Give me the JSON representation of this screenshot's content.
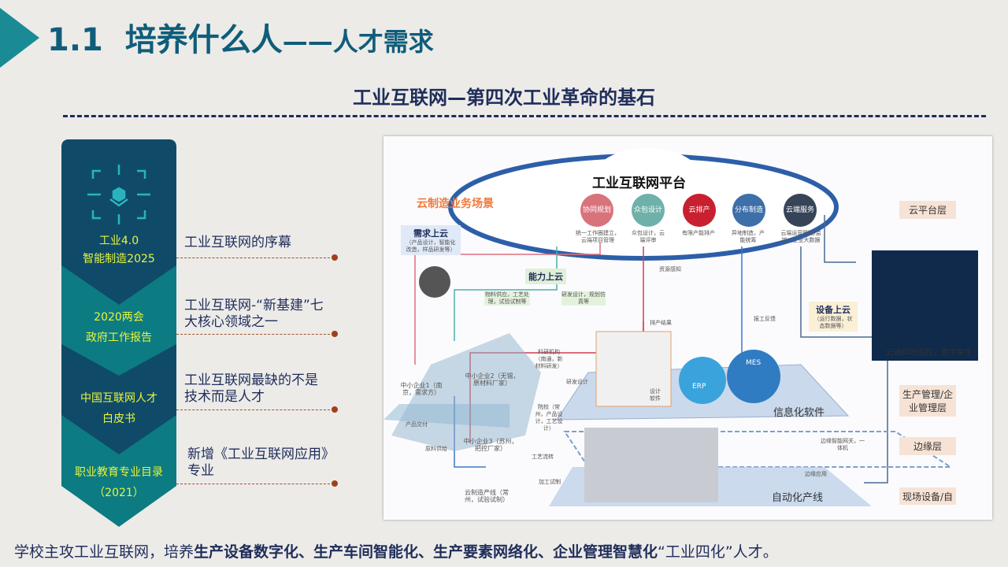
{
  "header": {
    "number": "1.1",
    "title": "培养什么人",
    "title_sub": "——人才需求"
  },
  "subtitle": "工业互联网—第四次工业革命的基石",
  "timeline": [
    {
      "left": [
        "工业4.0",
        "智能制造2025"
      ],
      "right": "工业互联网的序幕"
    },
    {
      "left": [
        "2020两会",
        "政府工作报告"
      ],
      "right": "工业互联网-“新基建”七大核心领域之一"
    },
    {
      "left": [
        "中国互联网人才",
        "白皮书"
      ],
      "right": "工业互联网最缺的不是技术而是人才"
    },
    {
      "left": [
        "职业教育专业目录",
        "（2021）"
      ],
      "right": "新增《工业互联网应用》专业"
    }
  ],
  "diagram": {
    "platform": "工业互联网平台",
    "scene": "云制造业务场景",
    "circles": [
      {
        "label": "协同规划",
        "desc": "统一工作圈建立，云端项目管理",
        "color": "#d9737b"
      },
      {
        "label": "众包设计",
        "desc": "众包设计，云端评审",
        "color": "#6fb1aa"
      },
      {
        "label": "云排产",
        "desc": "有限产能排产",
        "color": "#c8202f"
      },
      {
        "label": "分布制造",
        "desc": "异地制造，产能统筹",
        "color": "#3d6fa8"
      },
      {
        "label": "云端服务",
        "desc": "云端运营管理/监控，工业大数据",
        "color": "#374357"
      }
    ],
    "demand": {
      "title": "需求上云",
      "desc": "（产品设计，智能化改造，样品研发等）"
    },
    "ability": "能力上云",
    "ability_notes": [
      "物料供应，工艺处理，试验试制等",
      "研发设计，规划仿真等"
    ],
    "device": {
      "title": "设备上云",
      "desc": "（运行数据，状态数据等）"
    },
    "flows": [
      "资源感知",
      "排产结果",
      "报工反馈",
      "研发设计",
      "产品交付",
      "原料供给",
      "工艺流转",
      "加工试制",
      "边缘应用"
    ],
    "nodes": [
      "中小企业1（南京，需求方）",
      "中小企业2（无锡，原材料厂家）",
      "中小企业3（苏州，把控厂家）",
      "科研机构（南通，新材料研发）",
      "院校（常州，产品设计，工艺设计）",
      "云制造产线（常州，试验试制）",
      "设计软件",
      "ERP",
      "MES",
      "边缘智能网关，一体机"
    ],
    "planes": [
      "信息化软件",
      "自动化产线"
    ],
    "monitor": "云端异地监控，数字孪生",
    "layers": [
      "云平台层",
      "生产管理/企业管理层",
      "边缘层",
      "现场设备/自动化层"
    ]
  },
  "bottom": {
    "pre": "学校主攻工业互联网，培养",
    "bold": "生产设备数字化、生产车间智能化、生产要素网络化、企业管理智慧化",
    "post": "“工业四化”人才。"
  }
}
